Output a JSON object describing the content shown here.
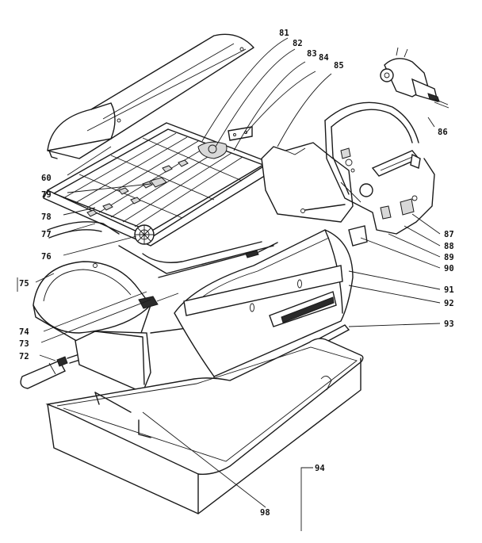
{
  "callouts": {
    "c60": "60",
    "c72": "72",
    "c73": "73",
    "c74": "74",
    "c75": "75",
    "c76": "76",
    "c77": "77",
    "c78": "78",
    "c79": "79",
    "c81": "81",
    "c82": "82",
    "c83": "83",
    "c84": "84",
    "c85": "85",
    "c86": "86",
    "c87": "87",
    "c88": "88",
    "c89": "89",
    "c90": "90",
    "c91": "91",
    "c92": "92",
    "c93": "93",
    "c94": "94",
    "c98": "98"
  }
}
